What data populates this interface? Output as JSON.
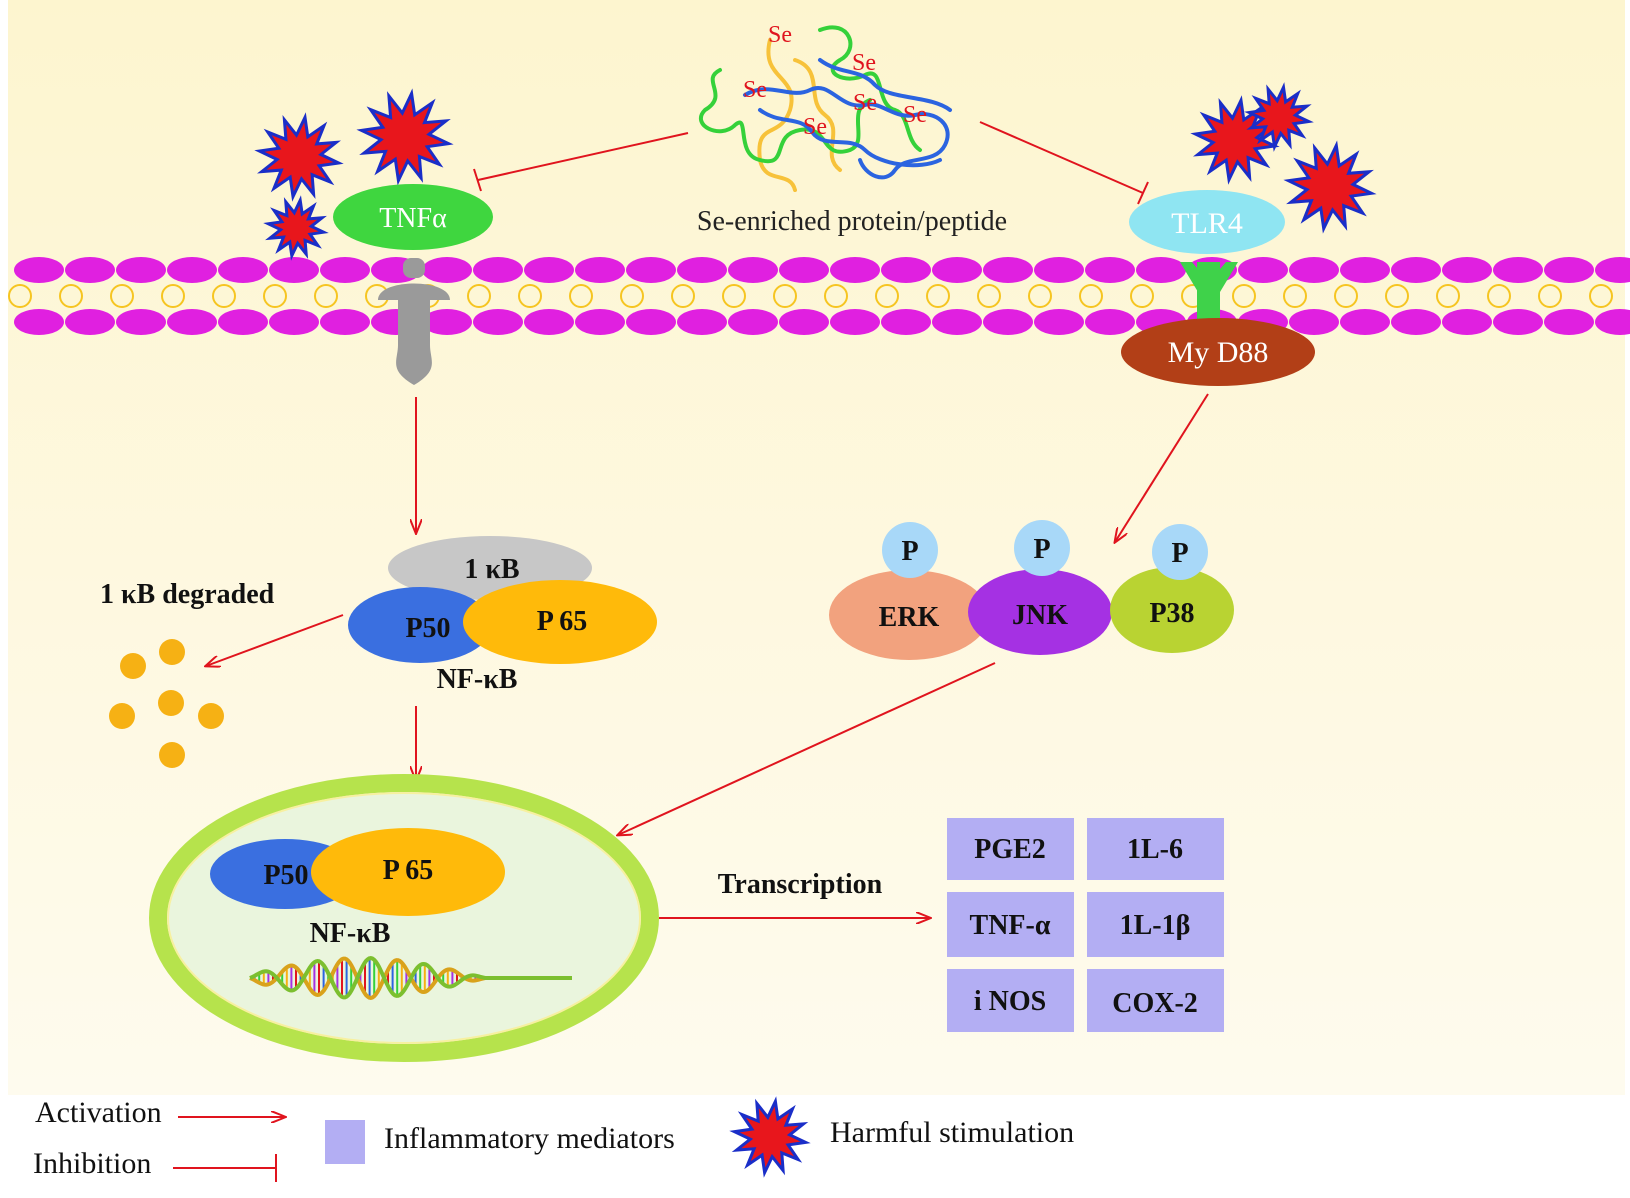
{
  "colors": {
    "background": "#fdf8dc",
    "membrane_head": "#e020e0",
    "membrane_tail": "#f6c521",
    "arrow": "#e0141e",
    "tnfa": "#3fd63f",
    "tlr4": "#8fe5f2",
    "myd88": "#b23f17",
    "mediator": "#b3aef3",
    "star": "#e8161c",
    "star_edge": "#1a2ec8",
    "ikb": "#c7c7c7",
    "p50": "#3a6fe0",
    "p65": "#ffba0a",
    "erk": "#f2a27e",
    "jnk": "#a531e3",
    "p38": "#b9d332",
    "phospho": "#a8d8f8",
    "nucleus_ring": "#b6e34c",
    "nucleus_fill": "#eaf5dd",
    "degraded": "#f6b114"
  },
  "labels": {
    "tnfa": "TNFα",
    "tlr4": "TLR4",
    "myd88": "My D88",
    "protein": "Se-enriched protein/peptide",
    "se": "Se",
    "ikb": "1 κB",
    "ikb_degraded": "1 κB degraded",
    "p50": "P50",
    "p65": "P 65",
    "nfkb": "NF-κB",
    "phospho": "P",
    "erk": "ERK",
    "jnk": "JNK",
    "p38": "P38",
    "transcription": "Transcription"
  },
  "mediators": [
    "PGE2",
    "1L-6",
    "TNF-α",
    "1L-1β",
    "i NOS",
    "COX-2"
  ],
  "legend": {
    "activation": "Activation",
    "inhibition": "Inhibition",
    "inflammatory": "Inflammatory mediators",
    "harmful": "Harmful stimulation"
  }
}
